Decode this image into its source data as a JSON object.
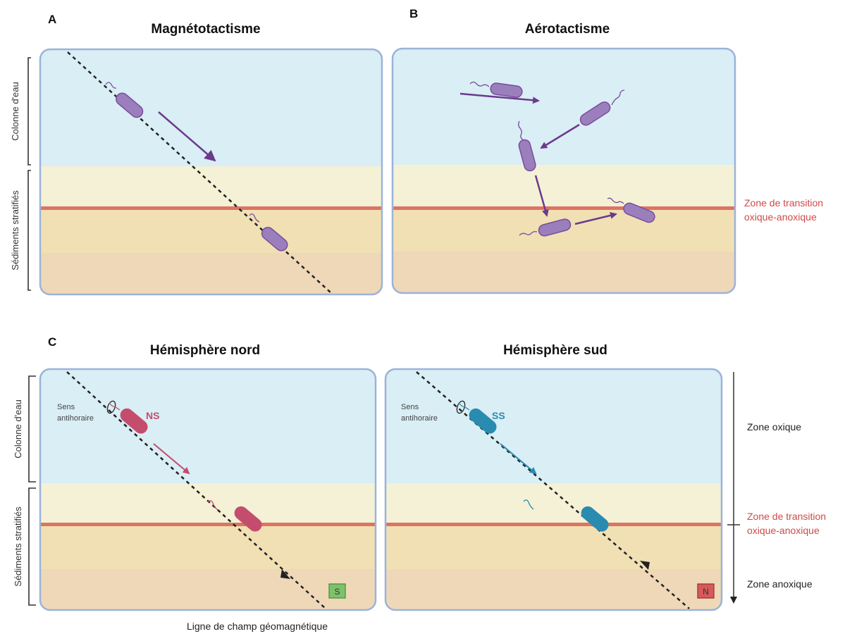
{
  "panels": {
    "a": {
      "letter": "A",
      "title": "Magnétotactisme"
    },
    "b": {
      "letter": "B",
      "title": "Aérotactisme"
    },
    "c_left": {
      "letter": "C",
      "title": "Hémisphère nord",
      "bacterium_label": "NS",
      "rotation_label_1": "Sens",
      "rotation_label_2": "antihoraire",
      "magnet_pole": "S"
    },
    "c_right": {
      "title": "Hémisphère sud",
      "bacterium_label": "SS",
      "rotation_label_1": "Sens",
      "rotation_label_2": "antihoraire",
      "magnet_pole": "N"
    }
  },
  "side_labels": {
    "water_column": "Colonne d'eau",
    "sediments": "Sédiments stratifiés"
  },
  "transition_zone": {
    "line1": "Zone de transition",
    "line2": "oxique-anoxique"
  },
  "zones": {
    "oxic": "Zone oxique",
    "transition_line1": "Zone de transition",
    "transition_line2": "oxique-anoxique",
    "anoxic": "Zone anoxique"
  },
  "field_line_caption": "Ligne de champ géomagnétique",
  "colors": {
    "water": "#d9eef5",
    "sediment_top": "#f4f1d6",
    "sediment_mid": "#f0e0b4",
    "sediment_bottom": "#eed8b8",
    "transition_line": "#dc7462",
    "frame": "#9bb3d9",
    "bacterium_purple": "#9b7fbd",
    "arrow_purple": "#6b3a8c",
    "ns_bacterium": "#c44d6e",
    "ss_bacterium": "#2a8bb0",
    "magnet_s": "#7cc26b",
    "magnet_n": "#d65a5a",
    "red_text": "#d0494a"
  }
}
